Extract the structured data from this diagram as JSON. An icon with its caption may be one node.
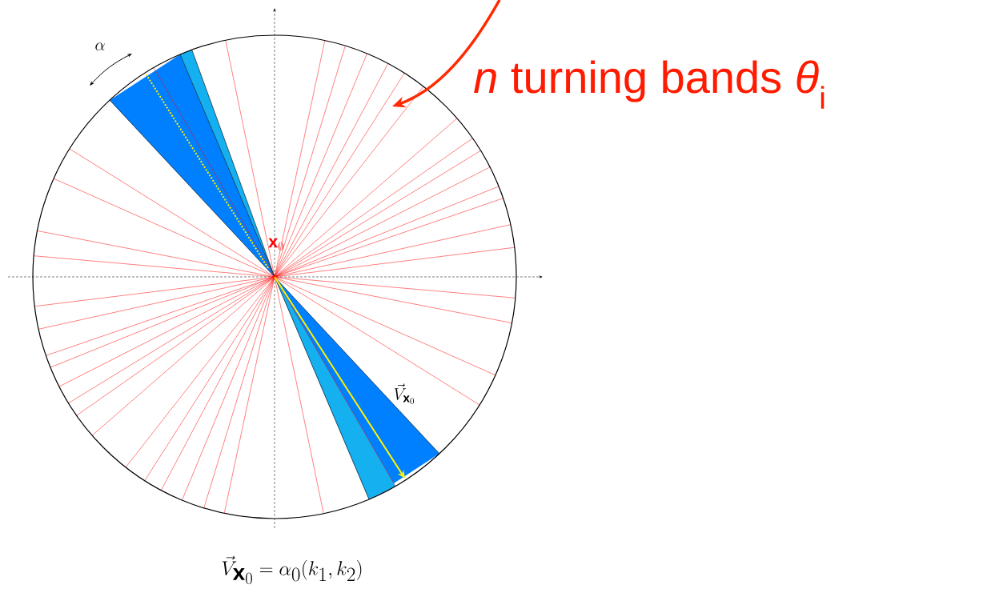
{
  "diagram": {
    "labels": [
      "*n* turning bands *θ*$_{i}$",
      "\\alpha",
      "\\mathbf{x}_0",
      "\\vec{V}_{\\mathbf{x}_0}",
      "\\vec{V}_{\\mathbf{x}_0} = \\alpha_0(k_1, k_2)"
    ]
  }
}
